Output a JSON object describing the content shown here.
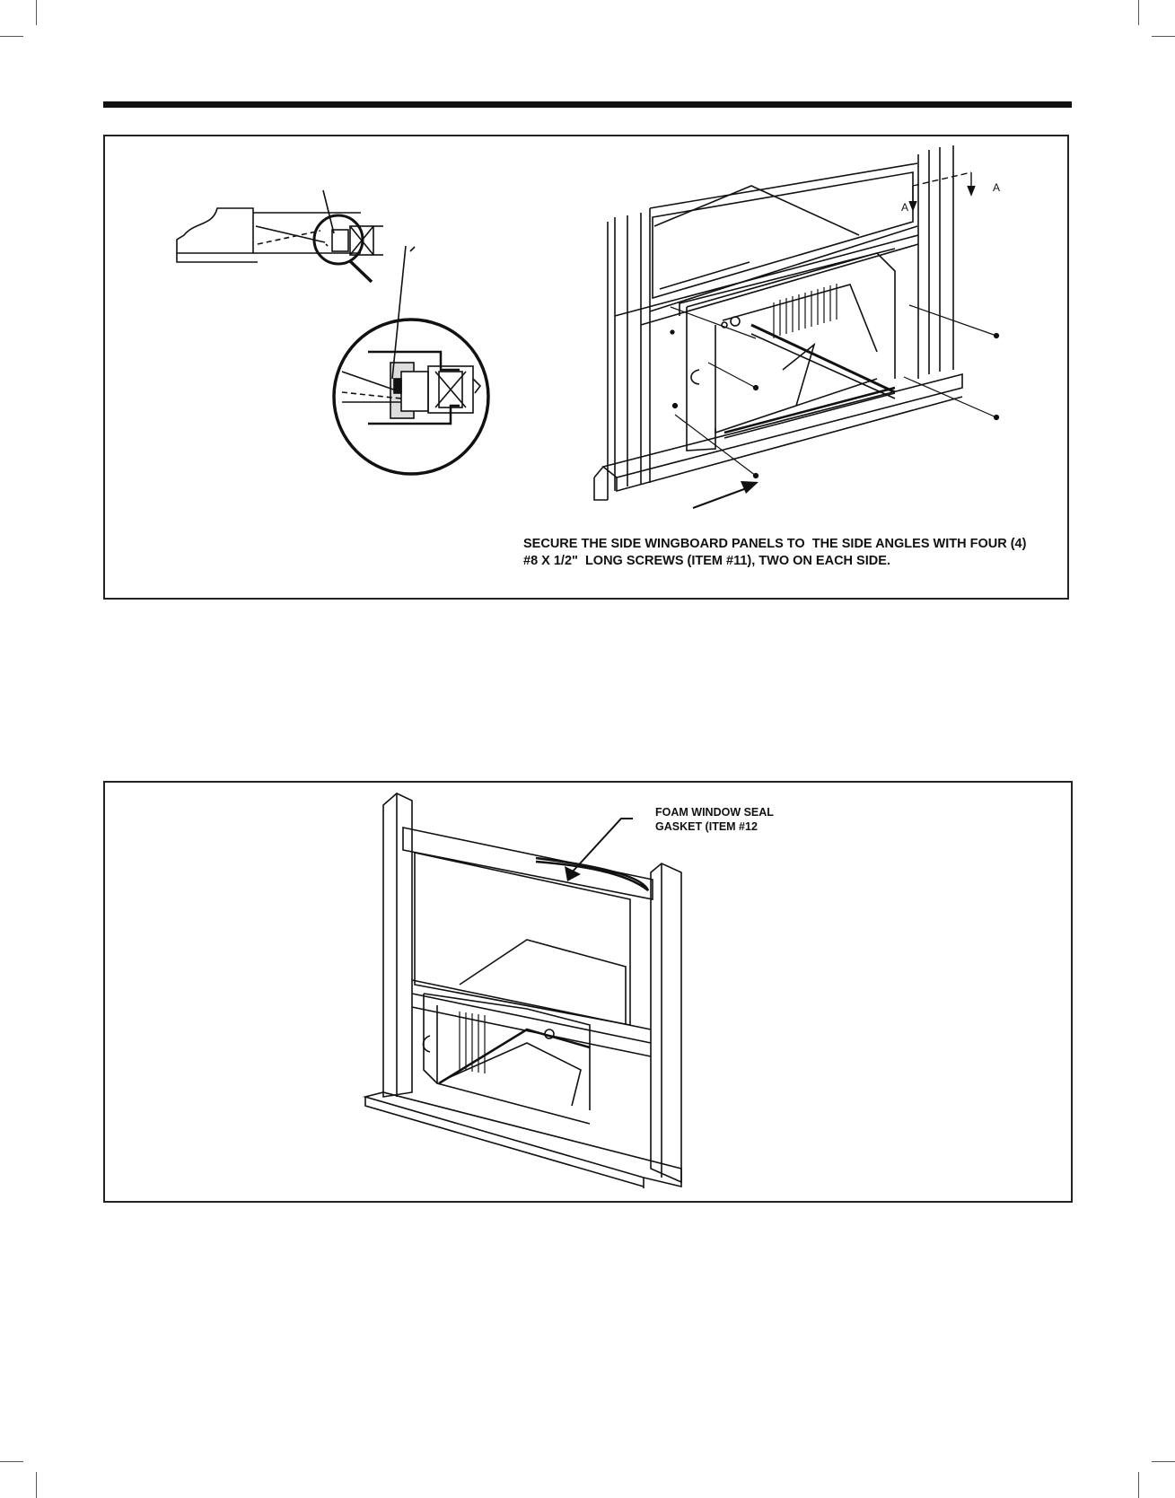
{
  "figure_top": {
    "instruction": "SECURE THE SIDE WINGBOARD PANELS TO  THE SIDE ANGLES WITH FOUR (4)\n#8 X 1/2\"  LONG SCREWS (ITEM #11), TWO ON EACH SIDE.",
    "section_markers": [
      "A",
      "A"
    ]
  },
  "figure_bottom": {
    "callout": "FOAM WINDOW SEAL\nGASKET (ITEM #12"
  }
}
